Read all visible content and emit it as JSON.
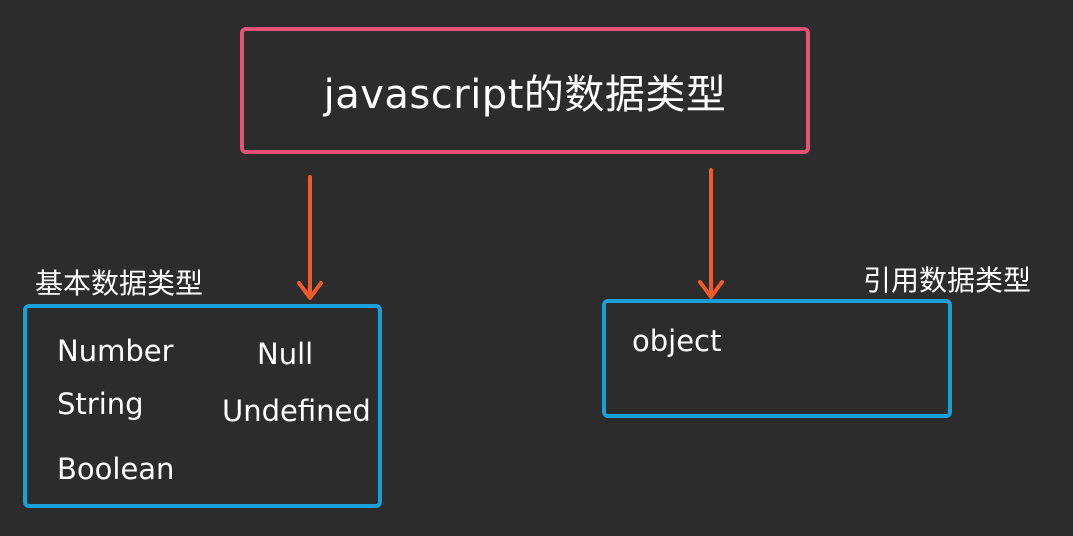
{
  "diagram": {
    "title": "javascript的数据类型",
    "basic": {
      "label": "基本数据类型",
      "items": [
        "Number",
        "String",
        "Boolean",
        "Null",
        "Undefined"
      ]
    },
    "reference": {
      "label": "引用数据类型",
      "items": [
        "object"
      ]
    },
    "colors": {
      "background": "#2c2c2c",
      "root_border": "#e8527a",
      "child_border": "#1aa0d8",
      "arrow": "#f05a28",
      "text": "#ffffff"
    }
  }
}
